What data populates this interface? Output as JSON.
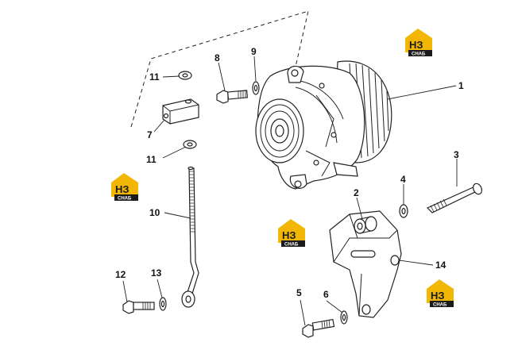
{
  "callouts": {
    "c1": "1",
    "c2": "2",
    "c3": "3",
    "c4": "4",
    "c5": "5",
    "c6": "6",
    "c7": "7",
    "c8": "8",
    "c9": "9",
    "c10": "10",
    "c11a": "11",
    "c11b": "11",
    "c12": "12",
    "c13": "13",
    "c14": "14"
  },
  "watermark": {
    "main": "НЗ",
    "sub": "СНАБ"
  },
  "colors": {
    "watermark_yellow": "#f2b705",
    "watermark_dark": "#1b1b1b",
    "line": "#222222"
  }
}
